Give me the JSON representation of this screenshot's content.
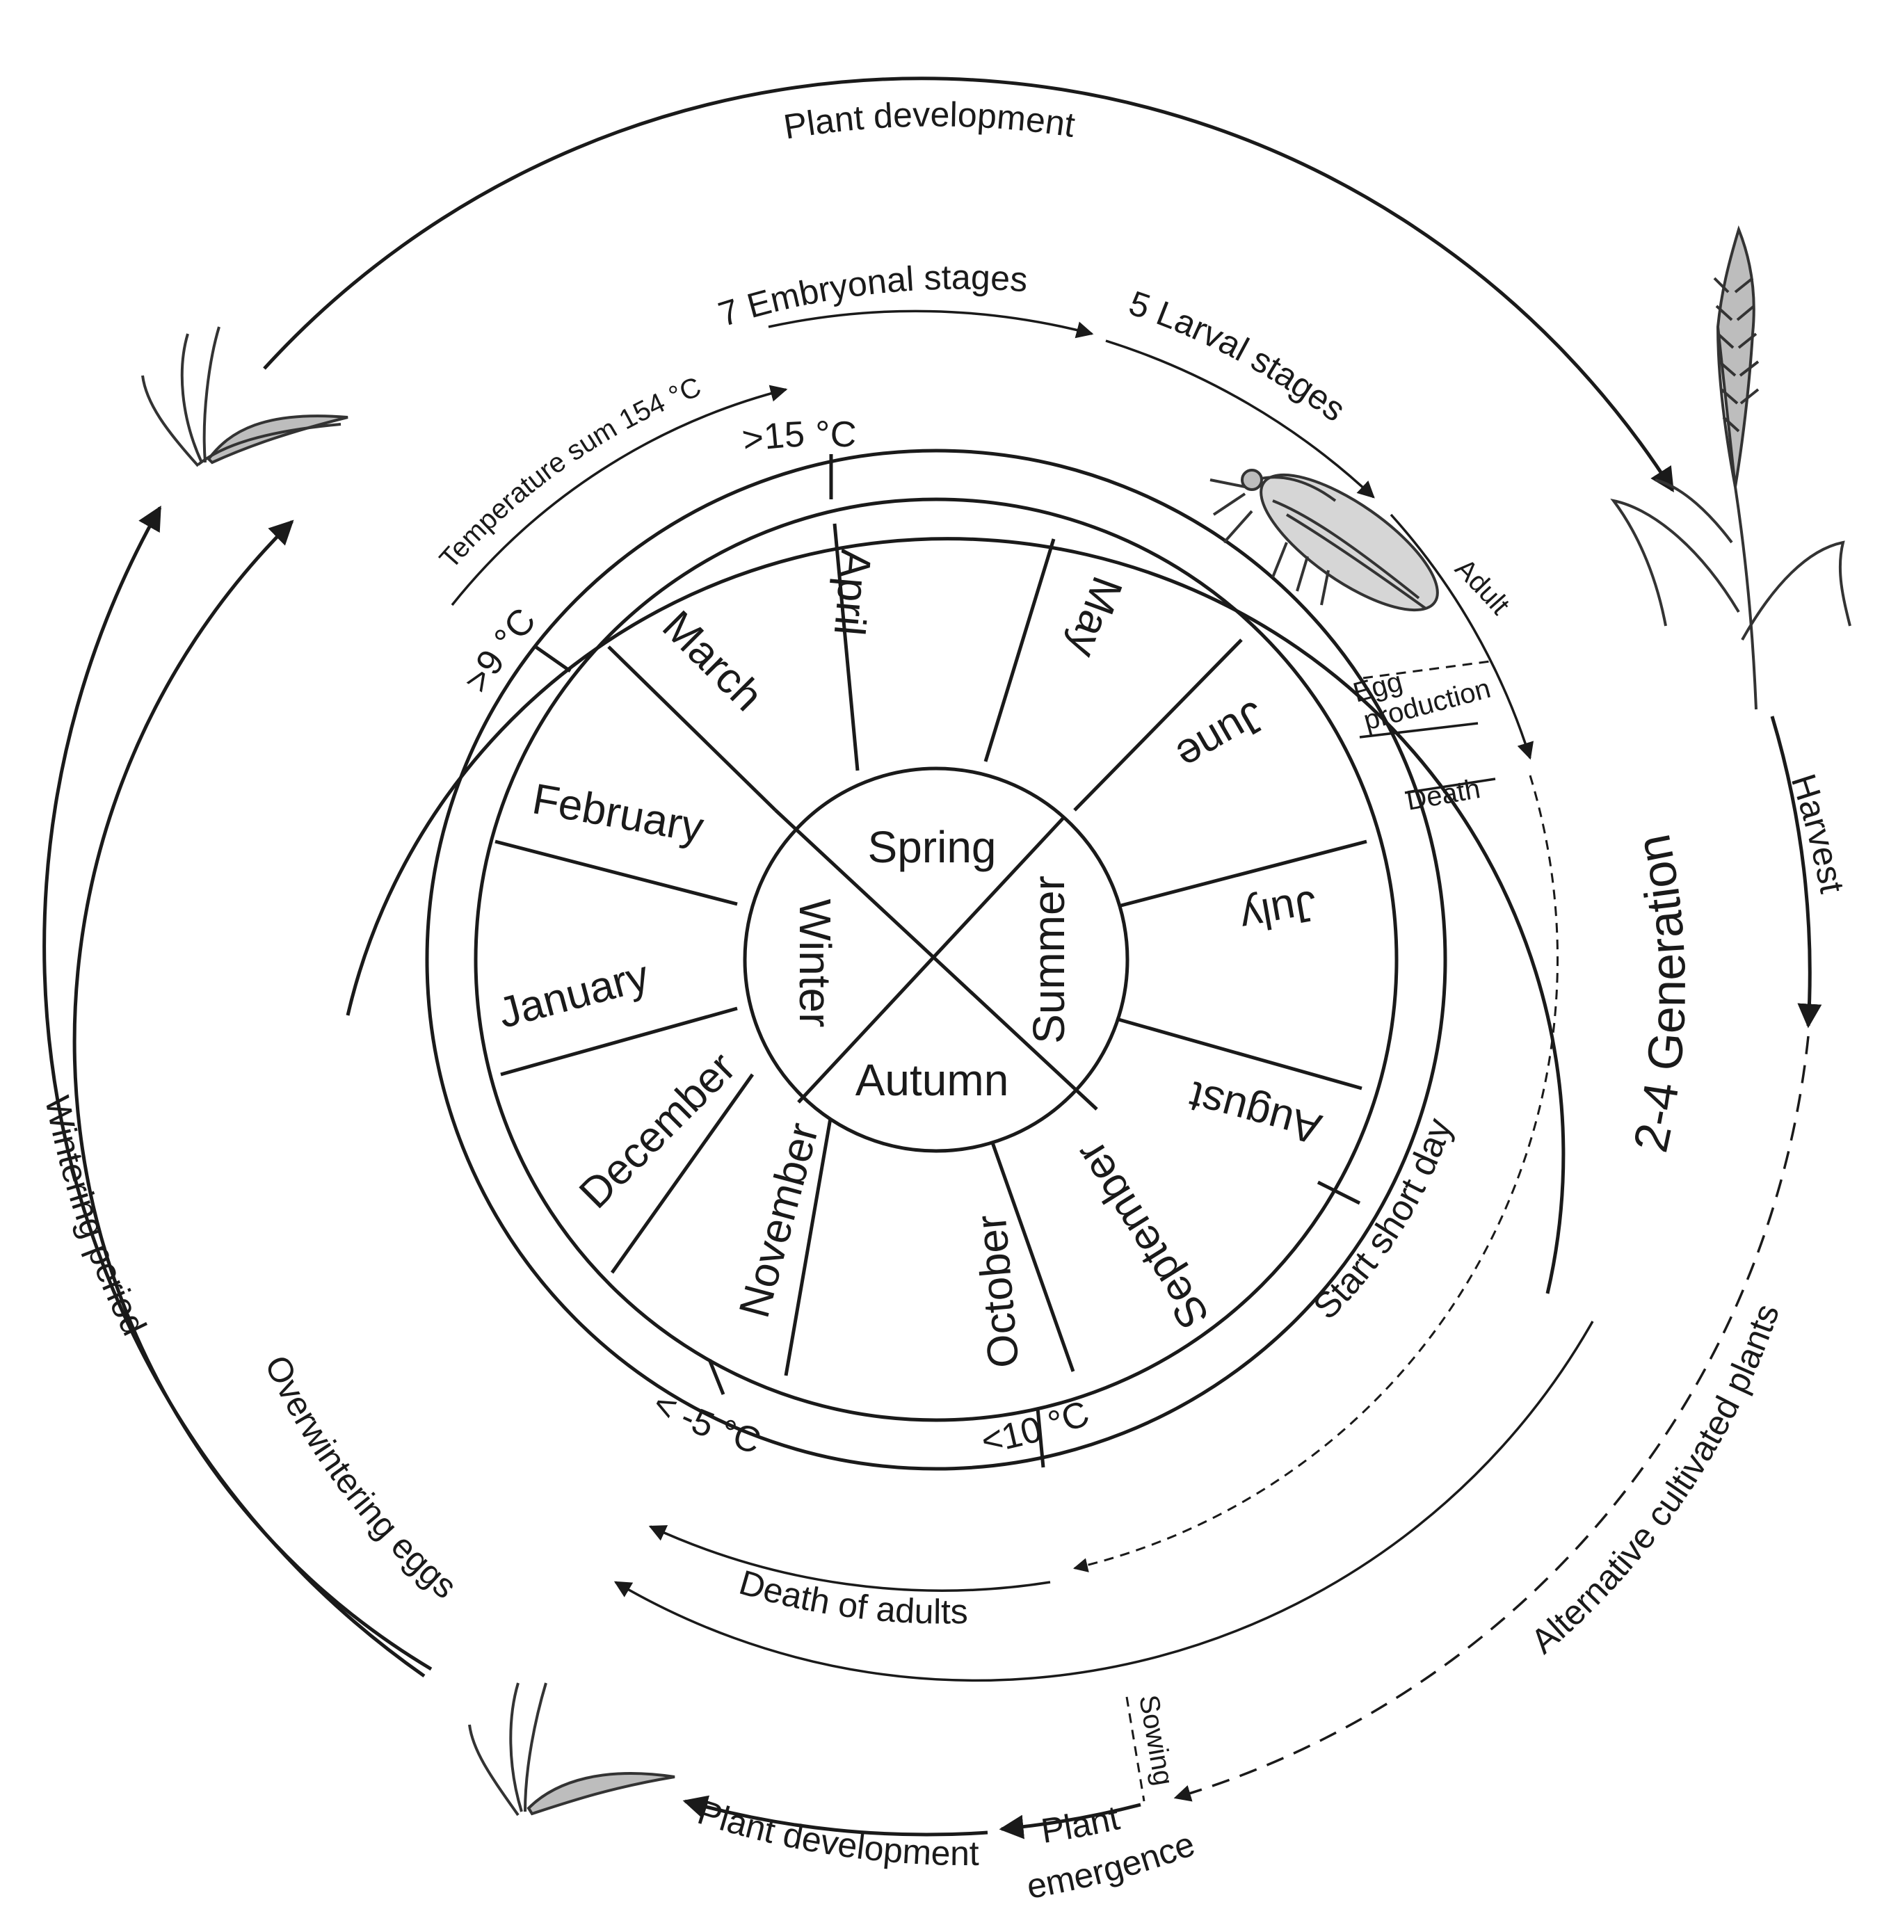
{
  "seasons": {
    "spring": "Spring",
    "summer": "Summer",
    "autumn": "Autumn",
    "winter": "Winter"
  },
  "months": {
    "april": "April",
    "may": "May",
    "june": "June",
    "july": "July",
    "august": "August",
    "september": "September",
    "october": "October",
    "november": "November",
    "december": "December",
    "january": "January",
    "february": "February",
    "march": "March"
  },
  "thresholds": {
    "gt15": ">15 °C",
    "gt9": ">9 °C",
    "lt10": "<10 °C",
    "lt_minus5": "< -5 °C",
    "start_short_day": "Start short day"
  },
  "insect_cycle": {
    "temperature_sum": "Temperature sum 154 °C",
    "embryonal": "7 Embryonal stages",
    "larval": "5 Larval stages",
    "adult": "Adult",
    "egg_production_1": "Egg",
    "egg_production_2": "production",
    "death": "Death",
    "generations": "2-4 Generations",
    "death_of_adults": "Death of adults",
    "overwintering_eggs": "Overwintering eggs"
  },
  "plant_cycle": {
    "plant_development_top": "Plant development",
    "harvest": "Harvest",
    "alternative_plants": "Alternative cultivated plants",
    "sowing": "Sowing",
    "plant_emergence_1": "Plant",
    "plant_emergence_2": "emergence",
    "plant_development_bottom": "Plant development",
    "wintering_period": "Wintering period"
  }
}
